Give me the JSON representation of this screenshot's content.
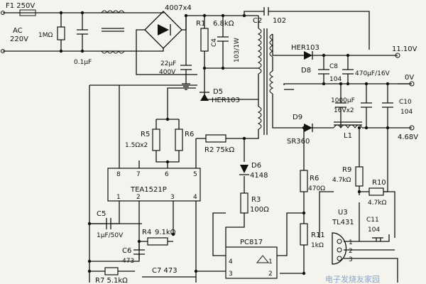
{
  "labels": {
    "fuse": "F1  250V",
    "ac_in": "AC",
    "ac_volt": "220V",
    "r_1m": "1MΩ",
    "c_in": "0.1μF",
    "bridge": "4007x4",
    "r1": "R1",
    "r1_val": "6.8kΩ",
    "c2": "C2",
    "c2_val": "102",
    "c4": "C4",
    "c4_val": "103/1W",
    "c_bulk": "22μF",
    "c_bulk_v": "400V",
    "d5": "D5",
    "d5_type": "HER103",
    "out_11v": "11.10V",
    "d8_type": "HER103",
    "d8": "D8",
    "c8": "C8",
    "c8_val": "104",
    "c_470": "470μF/16V",
    "out_0v": "0V",
    "c_1000": "1000μF",
    "c_1000_v": "16Vx2",
    "c10": "C10",
    "c10_val": "104",
    "d9": "D9",
    "d9_type": "SR360",
    "l1": "L1",
    "out_468v": "4.68V",
    "r5": "R5",
    "r5_val": "1.5Ωx2",
    "r6": "R6",
    "r2": "R2",
    "r2_val": "75kΩ",
    "d6": "D6",
    "d6_type": "4148",
    "r3": "R3",
    "r3_val": "100Ω",
    "ic": "TEA1521P",
    "pin8": "8",
    "pin7": "7",
    "pin6": "6",
    "pin5": "5",
    "pin1": "1",
    "pin2": "2",
    "pin3": "3",
    "pin4": "4",
    "r9": "R9",
    "r9_val": "4.7kΩ",
    "r6b": "R6",
    "r6b_val": "470Ω",
    "r10": "R10",
    "r10_val": "4.7kΩ",
    "u3": "U3",
    "tl431": "TL431",
    "c11": "C11",
    "c11_val": "104",
    "c5": "C5",
    "c5_val": "1μF/50V",
    "r4": "R4",
    "r4_val": "9.1kΩ",
    "c6": "C6",
    "c6_val": "473",
    "r11": "R11",
    "r11_val": "1kΩ",
    "pc817": "PC817",
    "opto4": "4",
    "opto3": "3",
    "opto1": "1",
    "opto2": "2",
    "tl_1": "1",
    "tl_2": "2",
    "tl_3": "3",
    "c7": "C7 473",
    "r7": "R7  5.1kΩ",
    "watermark": "电子发烧友家园"
  },
  "colors": {
    "ink": "#111111",
    "paper": "#f4f3ee",
    "watermark": "#8aa6c8"
  }
}
